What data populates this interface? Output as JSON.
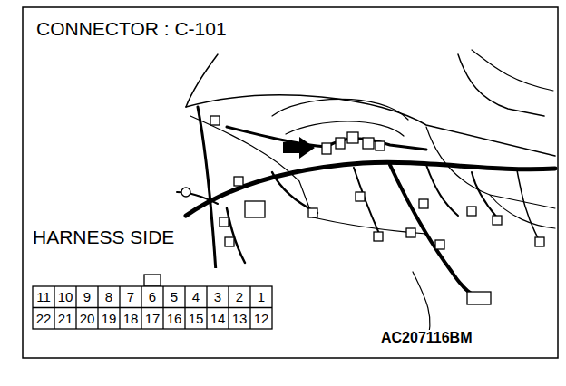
{
  "diagram": {
    "title": "CONNECTOR : C-101",
    "labels": [
      "HARNESS SIDE",
      "11",
      "10",
      "9",
      "8",
      "7",
      "6",
      "5",
      "4",
      "3",
      "2",
      "1",
      "22",
      "21",
      "20",
      "19",
      "18",
      "17",
      "16",
      "15",
      "14",
      "13",
      "12",
      "AC207116BM"
    ]
  }
}
